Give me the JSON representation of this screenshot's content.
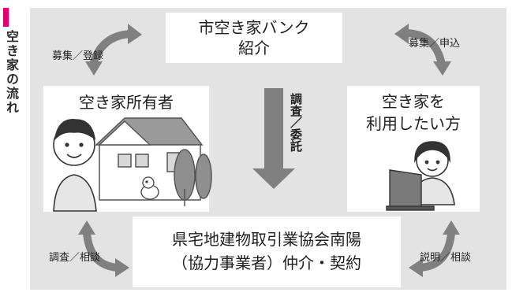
{
  "side_strip": {
    "text": "空き家の流れ"
  },
  "bank_box": {
    "line1": "市空き家バンク",
    "line2": "紹介"
  },
  "owner_box": {
    "title": "空き家所有者"
  },
  "user_box": {
    "line1": "空き家を",
    "line2": "利用したい方"
  },
  "agent_box": {
    "line1": "県宅地建物取引業協会南陽",
    "line2": "（協力事業者）仲介・契約"
  },
  "labels": {
    "top_left": "募集／登録",
    "top_right": "募集／申込",
    "bottom_left": "調査／相談",
    "bottom_right": "説明／相談",
    "center": "調査／委託"
  },
  "colors": {
    "panel": "#e3e3e3",
    "arrow": "#808080",
    "accent": "#e4006f"
  }
}
